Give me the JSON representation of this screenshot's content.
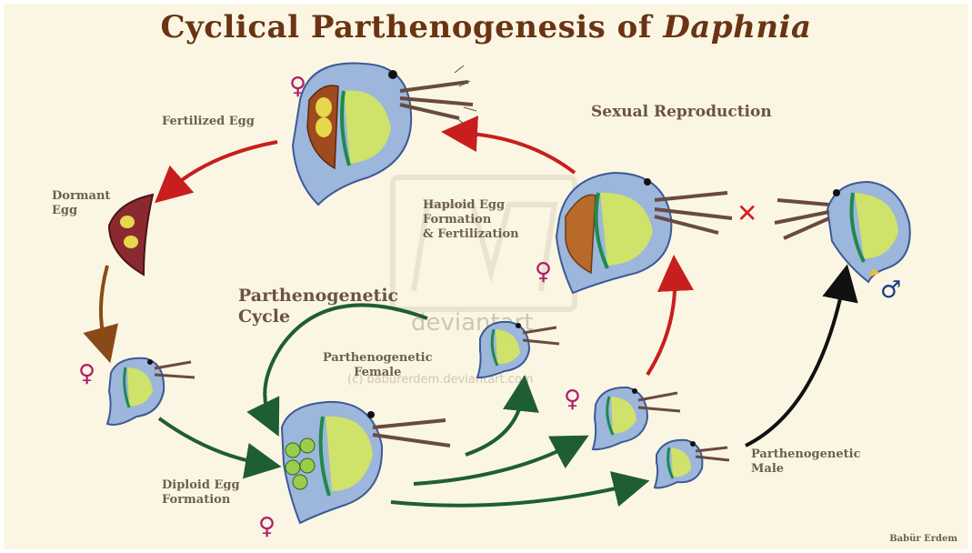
{
  "title": {
    "main": "Cyclical Parthenogenesis of ",
    "italic": "Daphnia"
  },
  "labels": {
    "fertilized_egg": "Fertilized Egg",
    "dormant_egg": [
      "Dormant",
      "Egg"
    ],
    "sexual_reproduction": "Sexual Reproduction",
    "haploid": [
      "Haploid Egg",
      "Formation",
      "& Fertilization"
    ],
    "parth_cycle": [
      "Parthenogenetic",
      "Cycle"
    ],
    "parth_female": [
      "Parthenogenetic",
      "Female"
    ],
    "diploid": [
      "Diploid Egg",
      "Formation"
    ],
    "parth_male": [
      "Parthenogenetic",
      "Male"
    ],
    "credit": "Babür Erdem"
  },
  "symbols": {
    "female": "♀",
    "male": "♂",
    "cross": "✕"
  },
  "watermark": {
    "site": "deviantart",
    "credit": "(c) baburerdem.deviantart.com"
  },
  "colors": {
    "title": "#6a3414",
    "female_symbol": "#b0206a",
    "male_symbol": "#1a3a8a",
    "cross": "#d42020",
    "arrow_red": "#c81e1e",
    "arrow_green": "#1f5e32",
    "arrow_brown": "#8a4a18",
    "arrow_black": "#111111"
  }
}
